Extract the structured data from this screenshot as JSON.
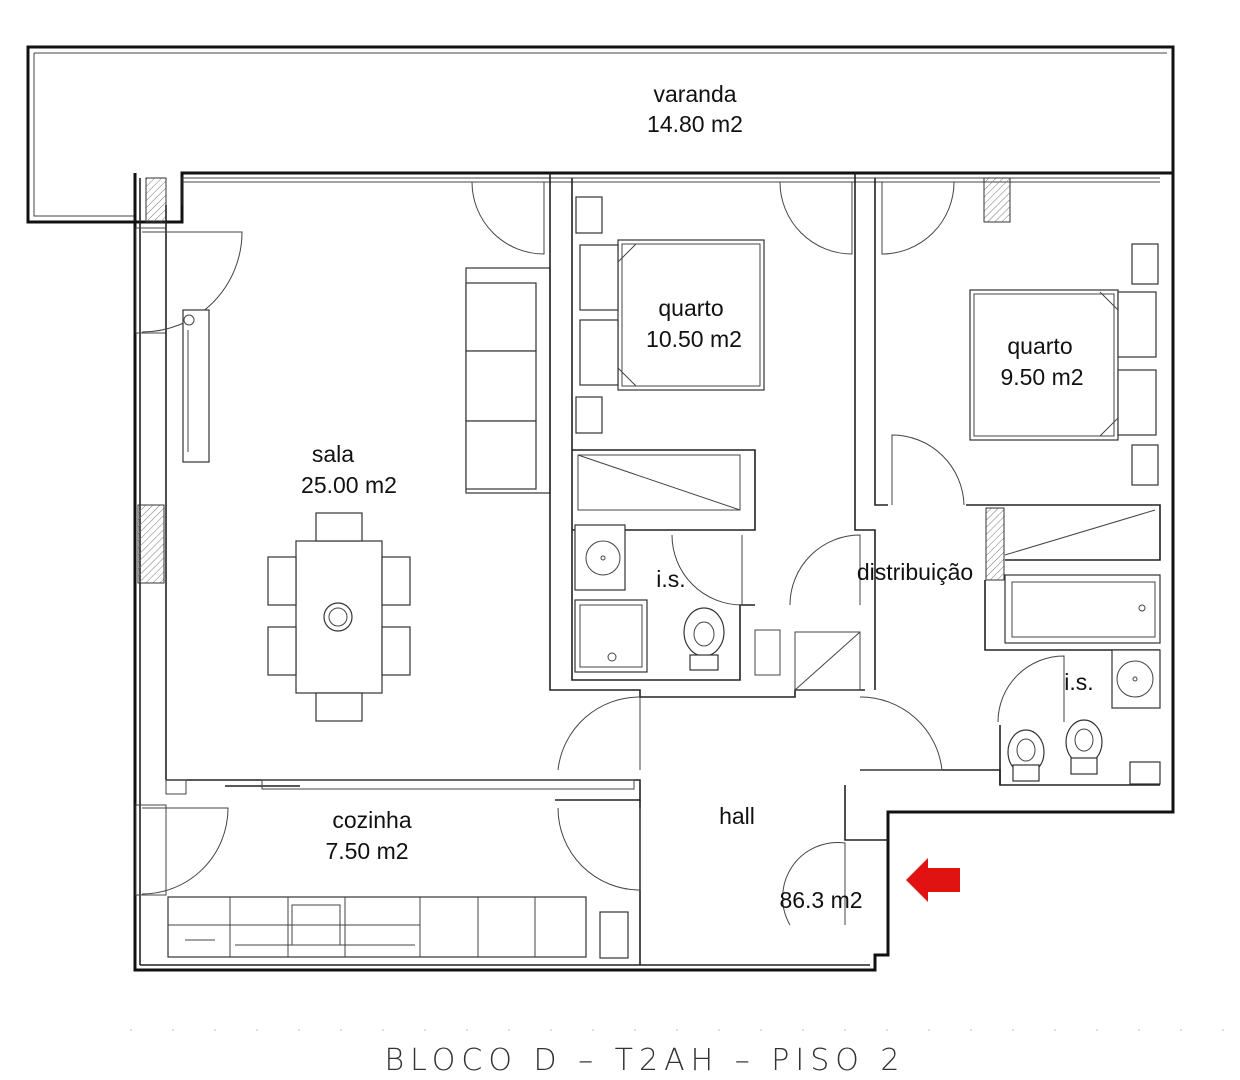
{
  "plan_title": "BLOCO D – T2AH – PISO 2",
  "total_area": "86.3 m2",
  "entrance_arrow_color": "#e11212",
  "rooms": {
    "varanda": {
      "name": "varanda",
      "area": "14.80 m2"
    },
    "quarto_1": {
      "name": "quarto",
      "area": "10.50 m2"
    },
    "quarto_2": {
      "name": "quarto",
      "area": "9.50 m2"
    },
    "sala": {
      "name": "sala",
      "area": "25.00 m2"
    },
    "is_1": {
      "name": "i.s."
    },
    "is_2": {
      "name": "i.s."
    },
    "distribuicao": {
      "name": "distribuição"
    },
    "cozinha": {
      "name": "cozinha",
      "area": "7.50 m2"
    },
    "hall": {
      "name": "hall"
    }
  }
}
